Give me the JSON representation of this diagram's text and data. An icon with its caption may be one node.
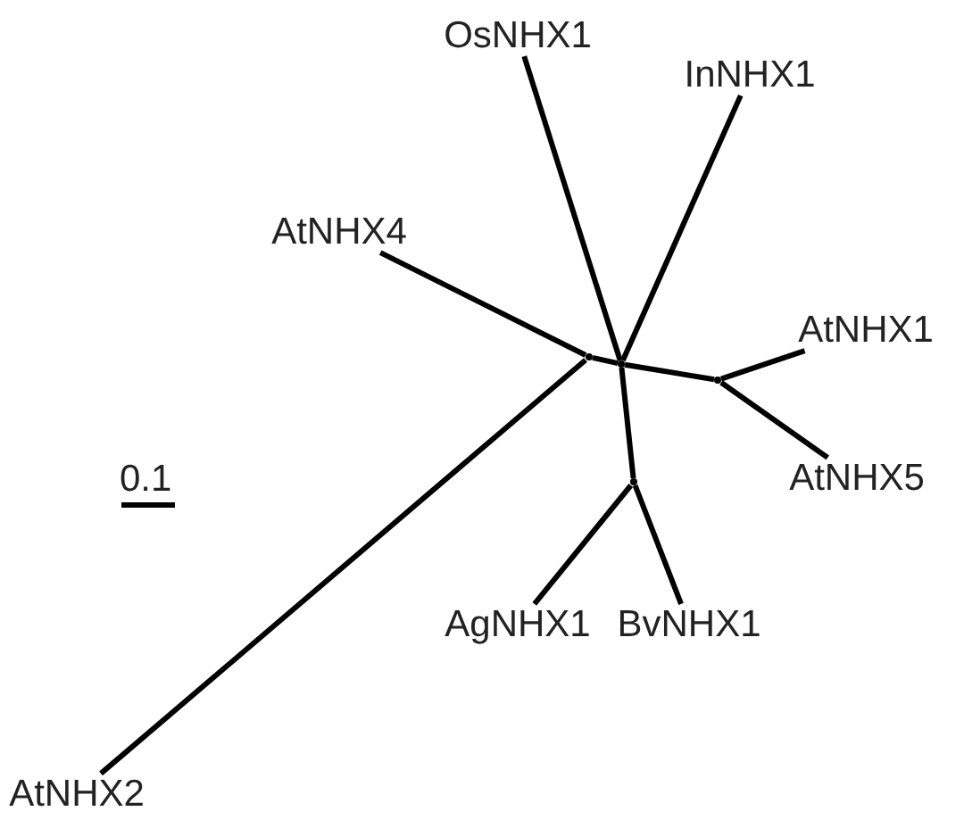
{
  "diagram": {
    "nodes": [
      {
        "text": [
          "OsNHX1"
        ]
      },
      {
        "text": [
          "InNHX1"
        ]
      },
      {
        "text": [
          "AtNHX4"
        ]
      },
      {
        "text": [
          "AtNHX1"
        ]
      },
      {
        "text": [
          "AtNHX5"
        ]
      },
      {
        "text": [
          "AgNHX1"
        ]
      },
      {
        "text": [
          "BvNHX1"
        ]
      },
      {
        "text": [
          "AtNHX2"
        ]
      },
      {
        "text": [],
        "shape": "point"
      },
      {
        "text": [],
        "shape": "point"
      },
      {
        "text": [],
        "shape": "point"
      },
      {
        "text": [],
        "shape": "point"
      }
    ],
    "edges": [
      {
        "from": 2,
        "to": 8,
        "arrow": "none"
      },
      {
        "from": 7,
        "to": 8,
        "arrow": "none"
      },
      {
        "from": 8,
        "to": 9,
        "arrow": "none"
      },
      {
        "from": 0,
        "to": 9,
        "arrow": "none"
      },
      {
        "from": 1,
        "to": 9,
        "arrow": "none"
      },
      {
        "from": 9,
        "to": 10,
        "arrow": "none"
      },
      {
        "from": 10,
        "to": 3,
        "arrow": "none"
      },
      {
        "from": 10,
        "to": 4,
        "arrow": "none"
      },
      {
        "from": 9,
        "to": 11,
        "arrow": "none"
      },
      {
        "from": 11,
        "to": 5,
        "arrow": "none"
      },
      {
        "from": 11,
        "to": 6,
        "arrow": "none"
      }
    ],
    "labels": [
      "0.1"
    ]
  }
}
